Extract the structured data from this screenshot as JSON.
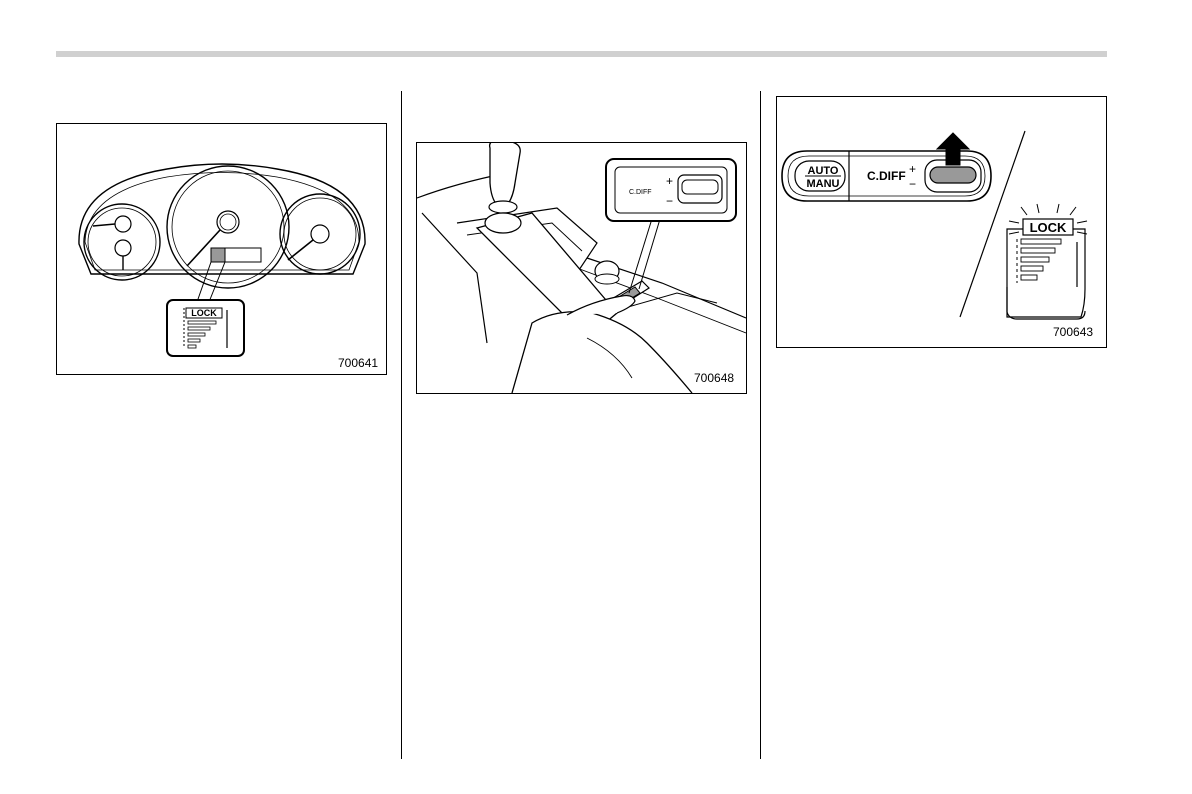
{
  "figures": [
    {
      "number": "700641",
      "labels": {
        "lock": "LOCK"
      },
      "icon": "instrument-cluster"
    },
    {
      "number": "700648",
      "labels": {
        "cdiff": "C.DIFF",
        "plus": "+",
        "minus": "−"
      },
      "icon": "center-console-switch"
    },
    {
      "number": "700643",
      "labels": {
        "auto": "AUTO",
        "manu": "MANU",
        "cdiff": "C.DIFF",
        "plus": "+",
        "minus": "−",
        "lock": "LOCK"
      },
      "icon": "cdiff-switch-lock-indicator"
    }
  ]
}
